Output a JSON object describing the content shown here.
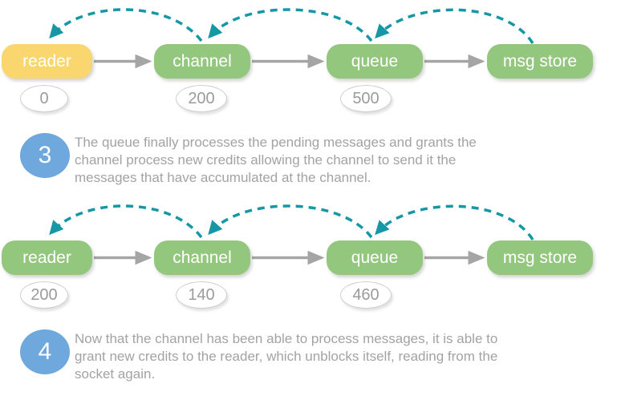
{
  "colors": {
    "node_green": "#93C77E",
    "node_yellow": "#F9D66E",
    "flow_arrow_gray": "#A5A5A5",
    "credit_arc_teal": "#1697A5",
    "step_circle_blue": "#6FA8DC",
    "step_text_gray": "#A3A3A3",
    "badge_text_gray": "#9B9B9B"
  },
  "diagrams": [
    {
      "nodes": [
        {
          "label": "reader"
        },
        {
          "label": "channel"
        },
        {
          "label": "queue"
        },
        {
          "label": "msg store"
        }
      ],
      "credits": [
        "0",
        "200",
        "500"
      ]
    },
    {
      "nodes": [
        {
          "label": "reader"
        },
        {
          "label": "channel"
        },
        {
          "label": "queue"
        },
        {
          "label": "msg store"
        }
      ],
      "credits": [
        "200",
        "140",
        "460"
      ]
    }
  ],
  "steps": [
    {
      "number": "3",
      "lines": [
        "The queue finally processes the pending messages and grants the",
        "channel process new credits allowing the channel to send it the",
        "messages that have accumulated at the channel."
      ]
    },
    {
      "number": "4",
      "lines": [
        "Now that the channel has been able to process messages, it is able to",
        "grant new credits to the reader, which unblocks itself, reading from the",
        "socket again."
      ]
    }
  ]
}
